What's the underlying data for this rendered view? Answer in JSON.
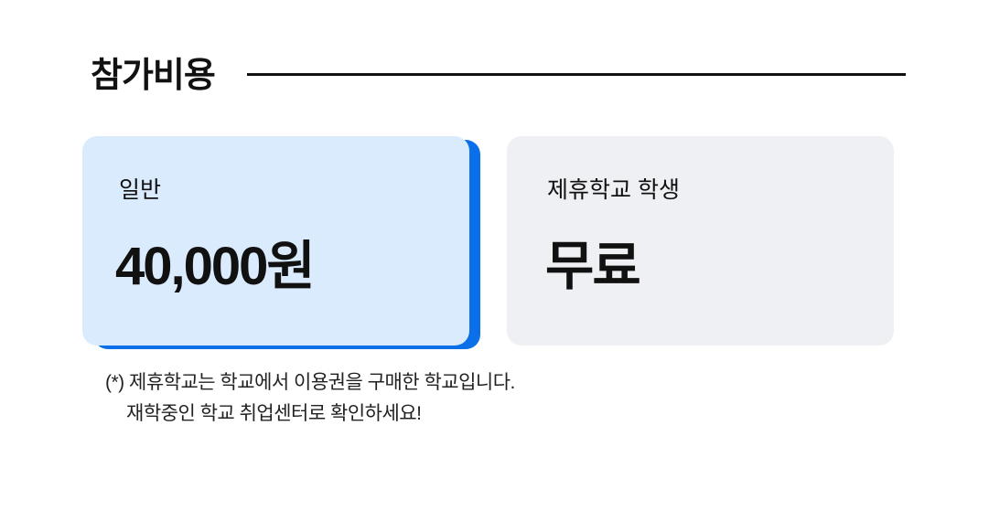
{
  "section": {
    "title": "참가비용"
  },
  "cards": [
    {
      "label": "일반",
      "value": "40,000원",
      "highlighted": true
    },
    {
      "label": "제휴학교 학생",
      "value": "무료",
      "highlighted": false
    }
  ],
  "notes": [
    "(*) 제휴학교는 학교에서 이용권을 구매한 학교입니다.",
    "재학중인 학교 취업센터로 확인하세요!"
  ],
  "colors": {
    "accent": "#0a6fe8",
    "card_highlight_bg": "#dbebfe",
    "card_bg": "#eff0f4"
  }
}
